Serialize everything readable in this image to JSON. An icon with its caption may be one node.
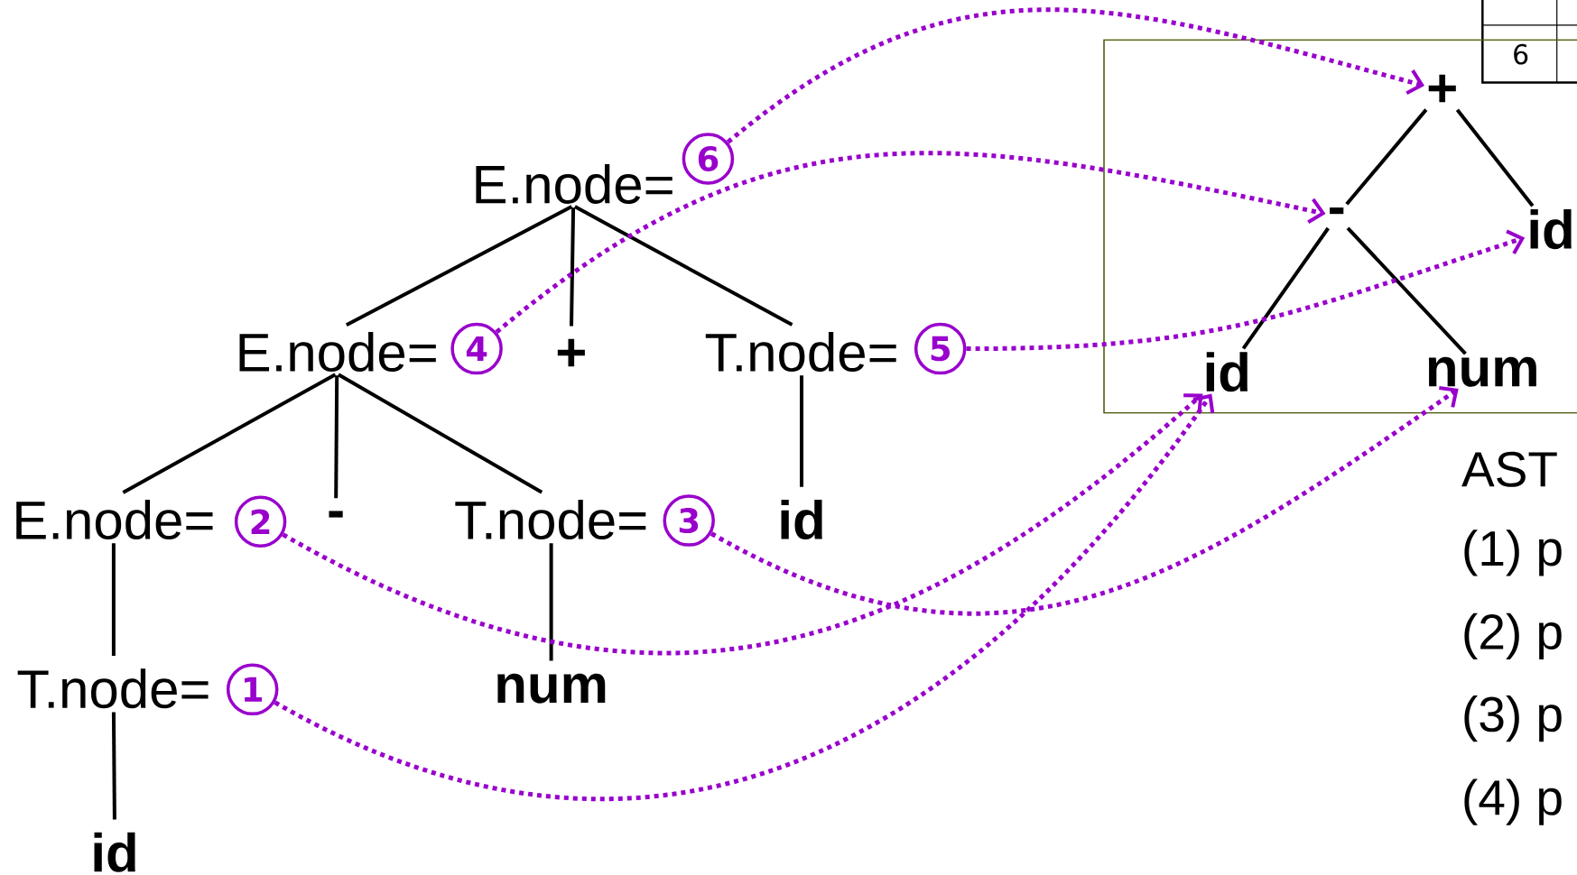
{
  "diagram": {
    "nodes": [
      {
        "text": [
          "E.node="
        ]
      },
      {
        "text": [
          "6"
        ]
      },
      {
        "text": [
          "E.node="
        ]
      },
      {
        "text": [
          "4"
        ]
      },
      {
        "text": [
          "+"
        ]
      },
      {
        "text": [
          "T.node="
        ]
      },
      {
        "text": [
          "5"
        ]
      },
      {
        "text": [
          "E.node="
        ]
      },
      {
        "text": [
          "2"
        ]
      },
      {
        "text": [
          "-"
        ]
      },
      {
        "text": [
          "T.node="
        ]
      },
      {
        "text": [
          "3"
        ]
      },
      {
        "text": [
          "id"
        ]
      },
      {
        "text": [
          "T.node="
        ]
      },
      {
        "text": [
          "1"
        ]
      },
      {
        "text": [
          "num"
        ]
      },
      {
        "text": [
          "id"
        ]
      },
      {
        "text": [],
        "shape": "box"
      },
      {
        "text": [
          "+"
        ],
        "in": 17
      },
      {
        "text": [
          "-"
        ],
        "in": 17
      },
      {
        "text": [
          "id"
        ],
        "in": 17
      },
      {
        "text": [
          "id"
        ],
        "in": 17
      },
      {
        "text": [
          "num"
        ],
        "in": 17
      }
    ],
    "edges": [
      {
        "from": 0,
        "to": 2,
        "arrow": "none"
      },
      {
        "from": 0,
        "to": 4,
        "arrow": "none"
      },
      {
        "from": 0,
        "to": 5,
        "arrow": "none"
      },
      {
        "from": 2,
        "to": 7,
        "arrow": "none"
      },
      {
        "from": 2,
        "to": 9,
        "arrow": "none"
      },
      {
        "from": 2,
        "to": 10,
        "arrow": "none"
      },
      {
        "from": 5,
        "to": 12,
        "arrow": "none"
      },
      {
        "from": 7,
        "to": 13,
        "arrow": "none"
      },
      {
        "from": 10,
        "to": 15,
        "arrow": "none"
      },
      {
        "from": 13,
        "to": 16,
        "arrow": "none"
      },
      {
        "from": 18,
        "to": 19,
        "arrow": "none"
      },
      {
        "from": 18,
        "to": 20,
        "arrow": "none"
      },
      {
        "from": 19,
        "to": 21,
        "arrow": "none"
      },
      {
        "from": 19,
        "to": 22,
        "arrow": "none"
      },
      {
        "from": 1,
        "to": 18,
        "arrow": "to",
        "style": "dashed",
        "color": "#9900cc"
      },
      {
        "from": 3,
        "to": 19,
        "arrow": "to",
        "style": "dashed",
        "color": "#9900cc"
      },
      {
        "from": 6,
        "to": 20,
        "arrow": "to",
        "style": "dashed",
        "color": "#9900cc"
      },
      {
        "from": 11,
        "to": 22,
        "arrow": "to",
        "style": "dashed",
        "color": "#9900cc"
      },
      {
        "from": 8,
        "to": 21,
        "arrow": "to",
        "style": "dashed",
        "color": "#9900cc"
      },
      {
        "from": 14,
        "to": 21,
        "arrow": "to",
        "style": "dashed",
        "color": "#9900cc"
      }
    ],
    "labels": [
      "6",
      "AST",
      "(1) p",
      "(2) p",
      "(3) p",
      "(4) p"
    ]
  }
}
